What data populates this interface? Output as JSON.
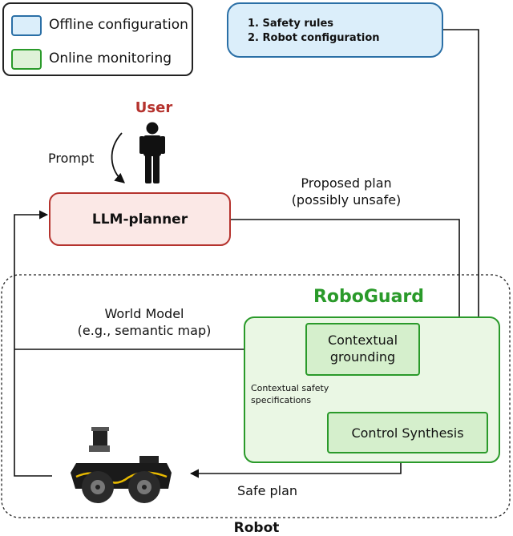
{
  "legend": {
    "offline_label": "Offline configuration",
    "online_label": "Online monitoring",
    "offline_fill": "#dbeefa",
    "offline_border": "#2a6fa6",
    "online_fill": "#dff2d8",
    "online_border": "#2a9a2a"
  },
  "offline_config": {
    "items": [
      "1. Safety rules",
      "2. Robot configuration"
    ]
  },
  "user": {
    "label": "User",
    "color": "#b5332e",
    "icon": "person-icon"
  },
  "prompt_label": "Prompt",
  "planner": {
    "label": "LLM-planner",
    "fill": "#fbe8e6",
    "border": "#b5332e"
  },
  "proposed_plan": {
    "line1": "Proposed plan",
    "line2": "(possibly unsafe)"
  },
  "world_model": {
    "line1": "World Model",
    "line2": "(e.g., semantic map)"
  },
  "roboguard": {
    "title": "RoboGuard",
    "title_color": "#2a9a2a",
    "grounding_line1": "Contextual",
    "grounding_line2": "grounding",
    "synthesis_label": "Control Synthesis",
    "spec_line1": "Contextual safety",
    "spec_line2": "specifications"
  },
  "safe_plan_label": "Safe plan",
  "robot": {
    "label": "Robot",
    "icon": "robot-icon"
  }
}
